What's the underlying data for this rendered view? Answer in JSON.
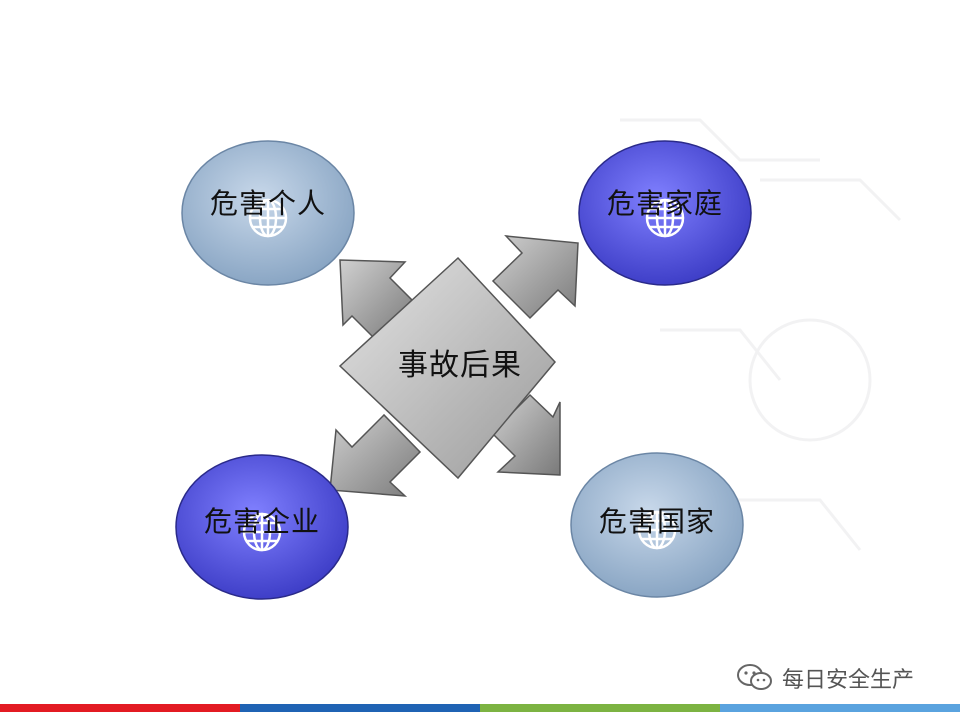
{
  "center": {
    "label": "事故后果"
  },
  "nodes": [
    {
      "label": "危害个人",
      "icon": "globe-icon",
      "fill": "#a7bfd8"
    },
    {
      "label": "危害家庭",
      "icon": "globe-icon",
      "fill": "#5d5ee8"
    },
    {
      "label": "危害企业",
      "icon": "globe-icon",
      "fill": "#5d5ee8"
    },
    {
      "label": "危害国家",
      "icon": "globe-icon",
      "fill": "#a7bfd8"
    }
  ],
  "footer": {
    "brand": "每日安全生产",
    "icon": "wechat-icon"
  },
  "colors": {
    "bar_red": "#e31b23",
    "bar_blue": "#1f63b4",
    "bar_green": "#7cb342",
    "bar_light_blue": "#5aa3df"
  }
}
